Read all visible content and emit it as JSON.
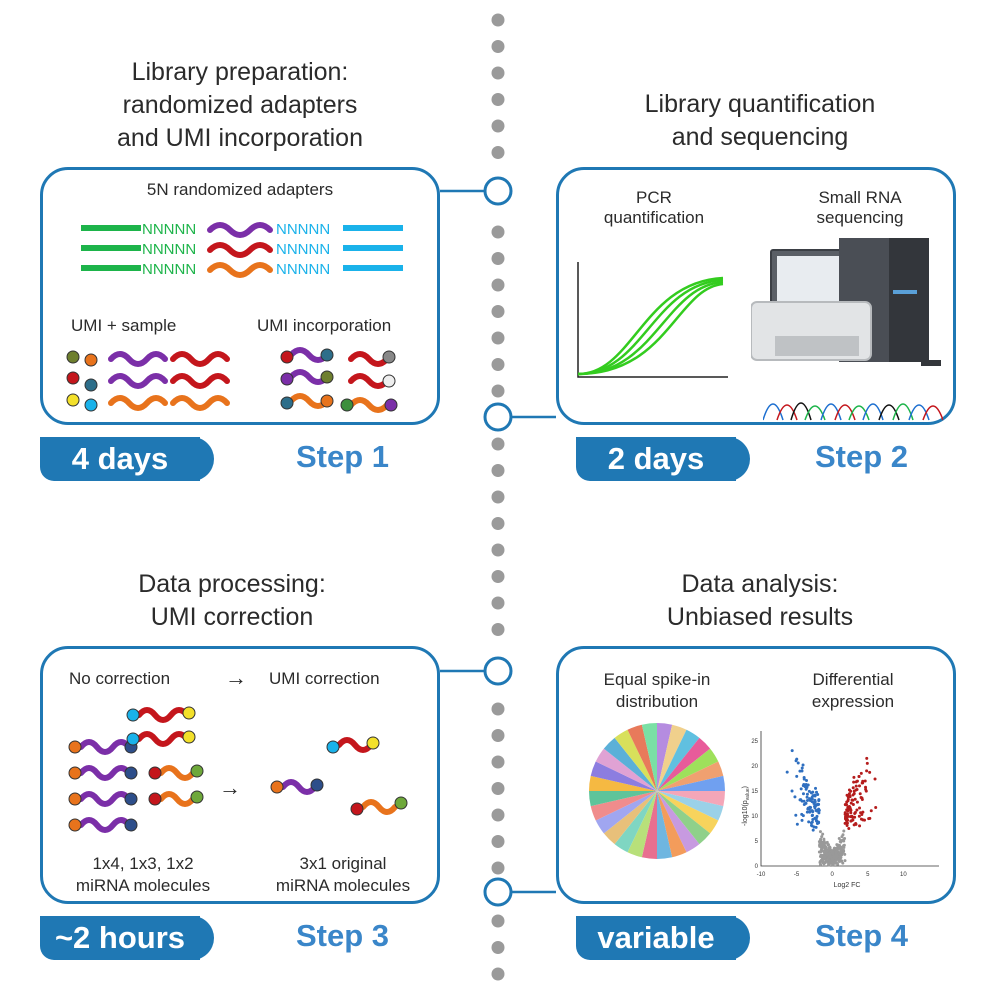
{
  "step1": {
    "heading": [
      "Library preparation:",
      "randomized adapters",
      "and UMI incorporation"
    ],
    "adapter_label": "5N randomized adapters",
    "n_seq": "NNNNN",
    "umi_sample": "UMI + sample",
    "umi_incorp": "UMI incorporation",
    "time": "4 days",
    "step": "Step 1"
  },
  "step2": {
    "heading": [
      "Library quantification",
      "and sequencing"
    ],
    "pcr_label": [
      "PCR",
      "quantification"
    ],
    "seq_label": [
      "Small RNA",
      "sequencing"
    ],
    "time": "2 days",
    "step": "Step 2"
  },
  "step3": {
    "heading": [
      "Data processing:",
      "UMI correction"
    ],
    "no_correction": "No correction",
    "arrow": "→",
    "umi_correction": "UMI correction",
    "left_caption": [
      "1x4, 1x3, 1x2",
      "miRNA molecules"
    ],
    "right_caption": [
      "3x1 original",
      "miRNA molecules"
    ],
    "time": "~2 hours",
    "step": "Step 3"
  },
  "step4": {
    "heading": [
      "Data analysis:",
      "Unbiased results"
    ],
    "pie_label": [
      "Equal spike-in",
      "distribution"
    ],
    "volcano_label": [
      "Differential",
      "expression"
    ],
    "volcano_xlabel": "Log2 FC",
    "volcano_ylabel": "-log10(p",
    "volcano_ylabel_sub": "value",
    "volcano_ylabel_end": ")",
    "volcano_xticks": [
      "-10",
      "-5",
      "0",
      "5",
      "10"
    ],
    "volcano_yticks": [
      "0",
      "5",
      "10",
      "15",
      "20",
      "25"
    ],
    "time": "variable",
    "step": "Step 4"
  },
  "colors": {
    "blue": "#1f78b4",
    "step_blue": "#3a86c9",
    "green": "#1db44a",
    "cyan": "#1ab2ea",
    "purple": "#7b2fa8",
    "red": "#c4161c",
    "orange": "#e8731c",
    "pcr_green": "#33cc1f",
    "volcano_blue": "#2f6fc0",
    "volcano_red": "#b51c1c",
    "gray": "#999999"
  }
}
